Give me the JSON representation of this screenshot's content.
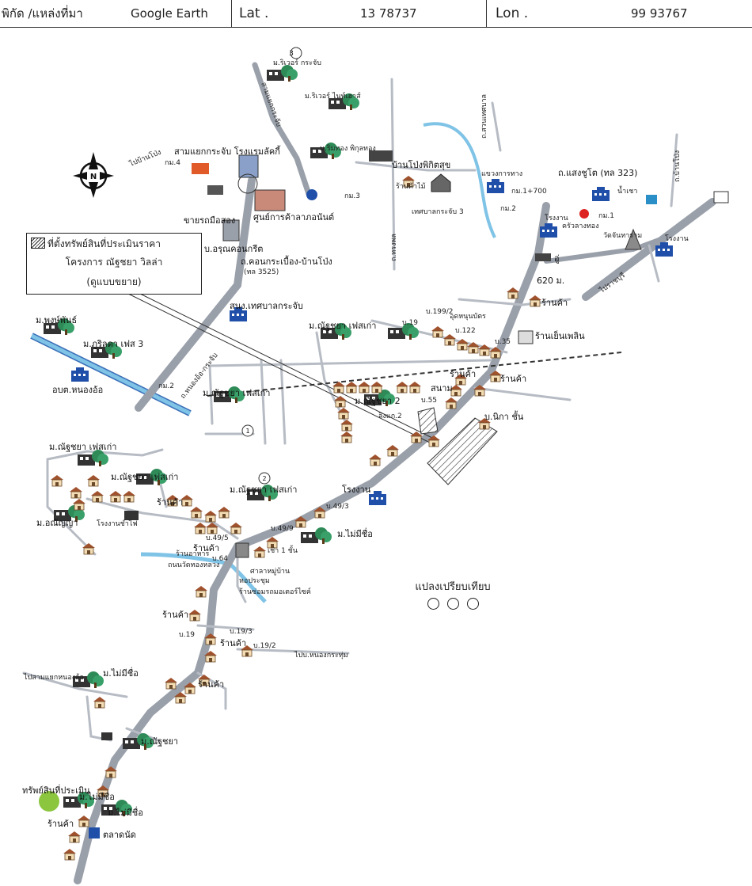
{
  "header": {
    "coord_label": "พิกัด /แหล่งที่มา",
    "source": "Google Earth",
    "lat_label": "Lat .",
    "lat_value": "13 78737",
    "lon_label": "Lon .",
    "lon_value": "99 93767"
  },
  "legend": {
    "line1": "ที่ตั้งทรัพย์สินที่ประเมินราคา",
    "line2": "โครงการ ณัฐชยา วิลล่า",
    "line3": "(ดูแบบขยาย)"
  },
  "compass": {
    "letter": "N"
  },
  "comparison": {
    "title": "แปลงเปรียบเทียบ",
    "markers": [
      "1",
      "2",
      "3"
    ]
  },
  "labels": {
    "to_ban_pong": "ไปบ้านโป่ง",
    "km4": "กม.4",
    "samyaek": "สามแยกกระจับ โรงแรมลัคกี้",
    "km3": "กม.3",
    "village_top": "ม.ริเวอร์ กระจับ",
    "village_garden": "ม.ริเวอร์ ไนท์เฮาส์",
    "phikulthong": "ม.ริมทอง พิกุลทอง",
    "banpong_market": "บ้านโป่งพิกิตสุข",
    "sangwian": "ร้านค้าไม้",
    "highway_office": "แขวงการทาง",
    "km1700": "กม.1+700",
    "km2": "กม.2",
    "seng_chuto": "ถ.แสงชูโต (ทล 323)",
    "nam_rao": "น้ำเชา",
    "km1": "กม.1",
    "factory_right": "โรงงาน",
    "klong_thong": "ครัวลางทอง",
    "wat": "วัดจันทาราม",
    "factory_right2": "โรงงาน",
    "to_ratchaburi": "ไปราชบุรี",
    "khao_sap": "ขายรถมือสอง",
    "lap_center": "ศูนย์การค้าลาภอนันต์",
    "rong_kraibu": "บ.อรุณคอนกรีต",
    "tiles": "ถ.คอนกระเบื้อง-บ้านโป่ง",
    "tl3525": "(ทล 3525)",
    "poo": "อู่",
    "m620": "620 ม.",
    "shop1": "ร้านค้า",
    "tesaban": "สนง.เทศบาลกระจับ",
    "phongpan": "ม.พงษ์พันธ์",
    "phu_sabai": "ม.ภูริลดา เฟส 3",
    "obt": "อบต.หนองอ้อ",
    "km2b": "กม.2",
    "village_old": "ม.ณัฐชยา เฟสเก่า",
    "village_mid": "ม.ณัฐชยา เฟสเก่า",
    "b199": "บ.199/2",
    "b19": "บ.19",
    "b122": "บ.122",
    "b35": "บ.35",
    "school": "อุดหนุนบัตร",
    "pailin": "ร้านเย็นเพลิน",
    "shop2": "ร้านค้า",
    "shop3": "ร้านค้า",
    "son": "สนาม",
    "b55": "บ.55",
    "village_new": "ม.ณัฐชยา 2",
    "satu": "ลิงแก.2",
    "upstairs": "บ.นิกา ชั้น",
    "nat_old_left": "ม.ณัฐชยา เฟสเก่า",
    "nat_old2": "ม.ณัฐชยา เฟสเก่า",
    "nat_old3": "ม.ณัฐชยา เฟสเก่า",
    "shop4": "ร้านค้า",
    "anchan": "ม.อณัญญา",
    "garage": "โรงงานชำไฟ",
    "factory_mid": "โรงงาน",
    "b493": "บ.49/3",
    "b499": "บ.49/9",
    "b495": "บ.49/5",
    "b_shop": "ร้านค้า",
    "b64": "บ.64",
    "mai_mi_chue": "ม.ไม่มีชื่อ",
    "rent": "เช่า 1 ชั้น",
    "road_temple": "ถนนวัดทองหลวง",
    "community": "ศาลาหมู่บ้าน",
    "hall": "หอประชุม",
    "songkran": "ร้านซ่อมรถมอเตอร์ไซค์",
    "restaurant": "ร้านอาหาร",
    "shop5": "ร้านค้า",
    "b193": "บ.19/3",
    "b19b": "บ.19",
    "shop6": "ร้านค้า",
    "b192": "บ.19/2",
    "to_phra": "ไปบ.หนองกระทุ่ม",
    "to_samngam": "ไปสามแยกหนองอ้อ",
    "mai_mi_chue2": "ม.ไม่มีชื่อ",
    "shop7": "ร้านค้า",
    "nat_c": "ม.ณัฐชยา",
    "subject": "ทรัพย์สินที่ประเมิน",
    "mai_mi_chue3": "ม.ไม่มีชื่อ",
    "mai_mi_chue4": "ม.ไม่มีชื่อ",
    "shop8": "ร้านค้า",
    "talat": "ตลาดนัด",
    "khem": "สามแยกกระจับ",
    "road_num": "ถ.หนองอ้อ-กระจับ",
    "road_num2": "เทศบาลกระจับ 3",
    "road_num3": "ถ.ทรงพล",
    "road_v1": "ถ.สวนเทศบาล",
    "road_v2": "ถ.บ้านโป่ง"
  },
  "colors": {
    "road": "#9aa0aa",
    "river": "#7fc3e6",
    "tree": "#2e8b57",
    "subject_marker": "#8cc63f",
    "blue_building": "#1f4fa8",
    "house": "#f3dcb4"
  }
}
